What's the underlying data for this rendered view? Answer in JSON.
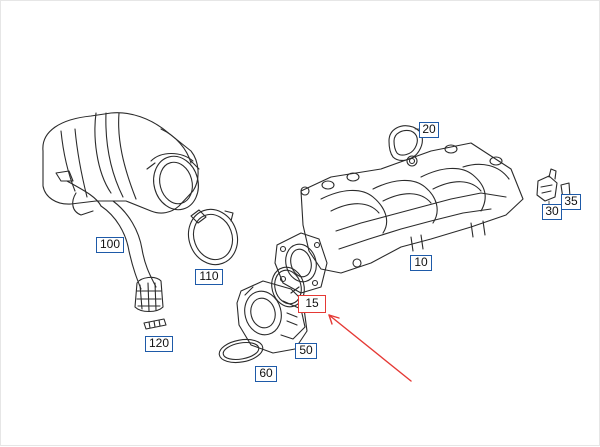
{
  "diagram": {
    "callouts": [
      {
        "id": "c100",
        "label": "100",
        "highlight": false
      },
      {
        "id": "c110",
        "label": "110",
        "highlight": false
      },
      {
        "id": "c120",
        "label": "120",
        "highlight": false
      },
      {
        "id": "c20",
        "label": "20",
        "highlight": false
      },
      {
        "id": "c10",
        "label": "10",
        "highlight": false
      },
      {
        "id": "c15",
        "label": "15",
        "highlight": true
      },
      {
        "id": "c50",
        "label": "50",
        "highlight": false
      },
      {
        "id": "c60",
        "label": "60",
        "highlight": false
      },
      {
        "id": "c30",
        "label": "30",
        "highlight": false
      },
      {
        "id": "c35",
        "label": "35",
        "highlight": false
      }
    ],
    "colors": {
      "line": "#2b2b2b",
      "callout_border": "#1e5aa8",
      "highlight": "#e53935"
    }
  }
}
